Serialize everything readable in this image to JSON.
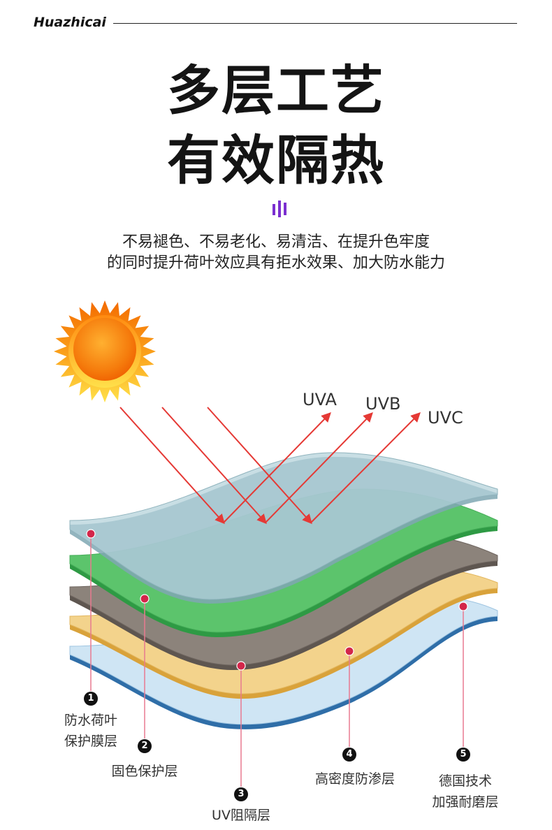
{
  "brand": "Huazhicai",
  "title": {
    "line1": "多层工艺",
    "line2": "有效隔热"
  },
  "divider_icon": "signal-bars-icon",
  "subtitle": {
    "line1": "不易褪色、不易老化、易清洁、在提升色牢度",
    "line2": "的同时提升荷叶效应具有拒水效果、加大防水能力"
  },
  "illustration": {
    "sun_icon": "sun-icon",
    "rays": [
      {
        "label": "UVA"
      },
      {
        "label": "UVB"
      },
      {
        "label": "UVC"
      }
    ]
  },
  "layers": [
    {
      "number": "1",
      "name_lines": [
        "防水荷叶",
        "保护膜层"
      ]
    },
    {
      "number": "2",
      "name_lines": [
        "固色保护层"
      ]
    },
    {
      "number": "3",
      "name_lines": [
        "UV阻隔层"
      ]
    },
    {
      "number": "4",
      "name_lines": [
        "高密度防渗层"
      ]
    },
    {
      "number": "5",
      "name_lines": [
        "德国技术",
        "加强耐磨层"
      ]
    }
  ],
  "colors": {
    "accent_purple": "#7b2fd0",
    "ray_red": "#e53935",
    "marker_red": "#d3264a",
    "leader_pink": "#e87a90",
    "layer_top": "#b3d1d9",
    "layer_green": "#5cc46c",
    "layer_brown": "#8c837b",
    "layer_yellow": "#f3d38c",
    "layer_bottom": "#cfe5f4"
  }
}
